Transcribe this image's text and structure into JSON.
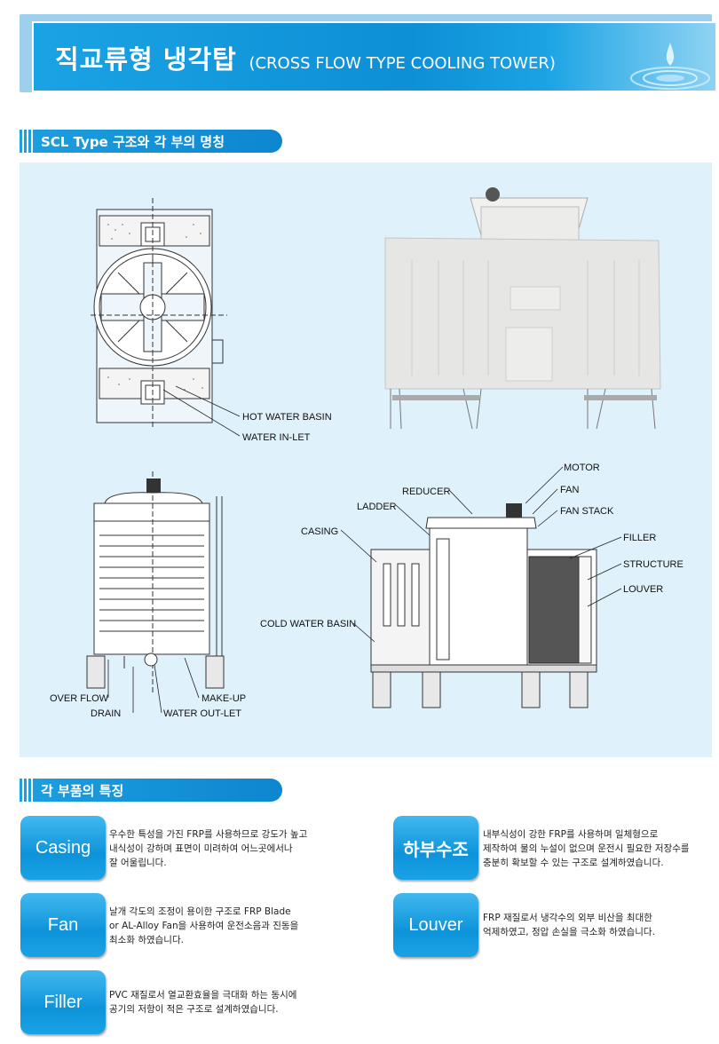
{
  "header": {
    "title_ko": "직교류형 냉각탑",
    "title_en": "(CROSS FLOW TYPE COOLING TOWER)"
  },
  "section1": {
    "title": "SCL Type 구조와 각 부의 명칭"
  },
  "section2": {
    "title": "각 부품의 특징"
  },
  "diagram_labels": {
    "hot_water_basin": "HOT WATER BASIN",
    "water_inlet": "WATER IN-LET",
    "reducer": "REDUCER",
    "motor": "MOTOR",
    "ladder": "LADDER",
    "fan": "FAN",
    "fan_stack": "FAN STACK",
    "casing": "CASING",
    "filler": "FILLER",
    "structure": "STRUCTURE",
    "louver": "LOUVER",
    "cold_water_basin": "COLD WATER BASIN",
    "over_flow": "OVER FLOW",
    "drain": "DRAIN",
    "make_up": "MAKE-UP",
    "water_outlet": "WATER OUT-LET"
  },
  "features": {
    "casing": {
      "label": "Casing",
      "lines": [
        "우수한 특성을 가진 FRP를 사용하므로 강도가 높고",
        "내식성이 강하며 표면이 미려하여 어느곳에서나",
        "잘 어울립니다."
      ]
    },
    "fan": {
      "label": "Fan",
      "lines": [
        "날개 각도의 조정이 용이한 구조로 FRP Blade",
        "or AL-Alloy Fan을 사용하여 운전소음과 진동을",
        "최소화 하였습니다."
      ]
    },
    "filler": {
      "label": "Filler",
      "lines": [
        "PVC 재질로서 열교환효율을 극대화 하는 동시에",
        "공기의 저항이 적은 구조로 설계하였습니다."
      ]
    },
    "lower_tank": {
      "label": "하부수조",
      "lines": [
        "내부식성이 강한 FRP를 사용하며 일체형으로",
        "제작하여 물의 누설이 없으며 운전시 필요한 저장수를",
        "충분히 확보할 수 있는 구조로 설계하였습니다."
      ]
    },
    "louver": {
      "label": "Louver",
      "lines": [
        "FRP 재질로서 냉각수의 외부 비산을 최대한",
        "억제하였고, 정압 손실을 극소화 하였습니다."
      ]
    }
  }
}
